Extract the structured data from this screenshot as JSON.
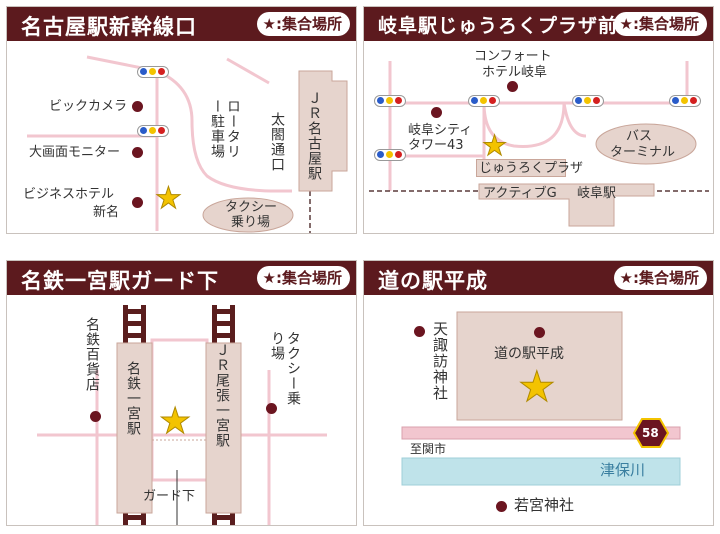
{
  "badge_label": "★:集合場所",
  "colors": {
    "header_bg": "#5c1a1e",
    "road": "#f2c6cf",
    "building": "#e6d4cd",
    "river": "#bfe3ea",
    "marker": "#6b1520",
    "star": "#f3c300"
  },
  "panels": [
    {
      "title": "名古屋駅新幹線口",
      "labels": {
        "bic": "ビックカメラ",
        "monitor": "大画面モニター",
        "hotel1": "ビジネスホテル",
        "hotel2": "新名",
        "rotary": "ロータリー駐車場",
        "taiko": "太閤通口",
        "jr": "ＪＲ名古屋駅",
        "taxi1": "タクシー",
        "taxi2": "乗り場"
      }
    },
    {
      "title": "岐阜駅じゅうろくプラザ前",
      "labels": {
        "comfort1": "コンフォート",
        "comfort2": "ホテル岐阜",
        "city1": "岐阜シティ",
        "city2": "タワー43",
        "plaza": "じゅうろくプラザ",
        "active": "アクティブG",
        "station": "岐阜駅",
        "bus1": "バス",
        "bus2": "ターミナル"
      }
    },
    {
      "title": "名鉄一宮駅ガード下",
      "labels": {
        "meitetsu_store": "名鉄百貨店",
        "meitetsu_station": "名鉄一宮駅",
        "jr_station": "ＪＲ尾張一宮駅",
        "taxi": "タクシー乗り場",
        "guard": "ガード下"
      }
    },
    {
      "title": "道の駅平成",
      "labels": {
        "shrine": "天諏訪神社",
        "michi": "道の駅平成",
        "route": "58",
        "road": "至関市",
        "river": "津保川",
        "waka": "若宮神社"
      }
    }
  ]
}
